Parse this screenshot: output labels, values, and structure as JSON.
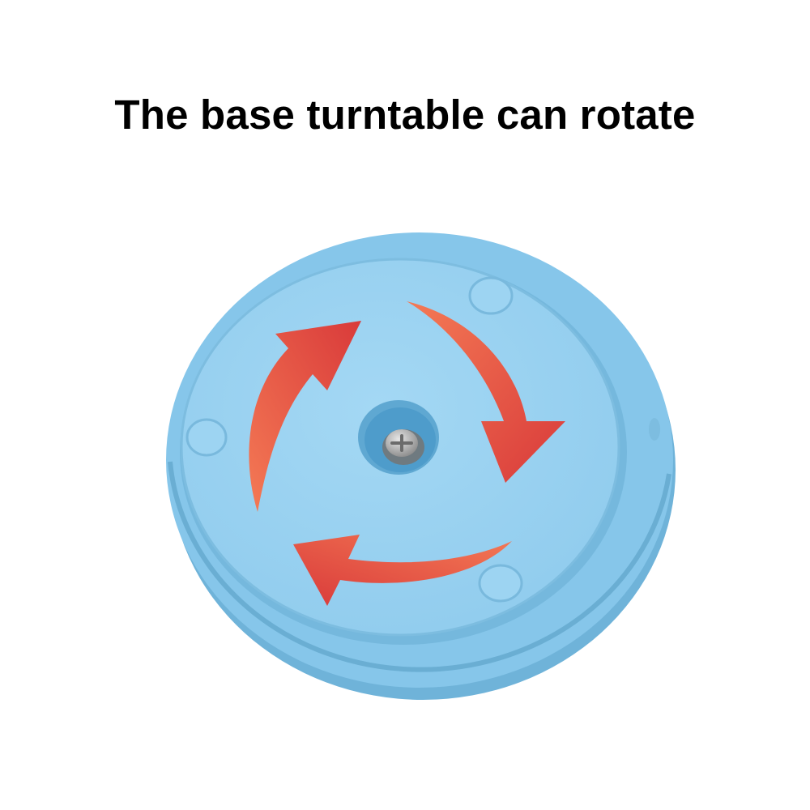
{
  "headline": "The base turntable can rotate",
  "colors": {
    "background": "#ffffff",
    "headline_text": "#000000",
    "plastic_base": "#86c6ea",
    "plastic_top": "#9ad2f1",
    "arrow_start": "#d93a3a",
    "arrow_end": "#f47a55",
    "screw": "#b9b9b9"
  },
  "image": {
    "subject": "turntable-base",
    "arrows": [
      "rotation-arrow-upper-left",
      "rotation-arrow-right",
      "rotation-arrow-bottom"
    ]
  }
}
